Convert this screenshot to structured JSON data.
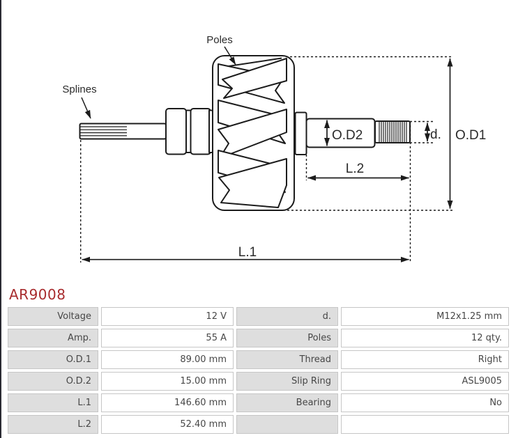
{
  "theme": {
    "accent": "#a82c2e",
    "line": "#1c1c1c",
    "frame": "#2b2b33",
    "tbl_label_bg": "#dedede",
    "tbl_border": "#c6c6c6",
    "tbl_text": "#474747"
  },
  "part": {
    "number": "AR9008"
  },
  "diagram": {
    "labels": {
      "poles": "Poles",
      "splines": "Splines",
      "od2": "O.D2",
      "od1": "O.D1",
      "d": "d.",
      "l2": "L.2",
      "l1": "L.1"
    }
  },
  "spec_table": {
    "rows": [
      {
        "c1": "Voltage",
        "c2": "12 V",
        "c3": "d.",
        "c4": "M12x1.25 mm"
      },
      {
        "c1": "Amp.",
        "c2": "55 A",
        "c3": "Poles",
        "c4": "12 qty."
      },
      {
        "c1": "O.D.1",
        "c2": "89.00 mm",
        "c3": "Thread",
        "c4": "Right"
      },
      {
        "c1": "O.D.2",
        "c2": "15.00 mm",
        "c3": "Slip Ring",
        "c4": "ASL9005"
      },
      {
        "c1": "L.1",
        "c2": "146.60 mm",
        "c3": "Bearing",
        "c4": "No"
      },
      {
        "c1": "L.2",
        "c2": "52.40 mm",
        "c3": "",
        "c4": ""
      }
    ]
  }
}
